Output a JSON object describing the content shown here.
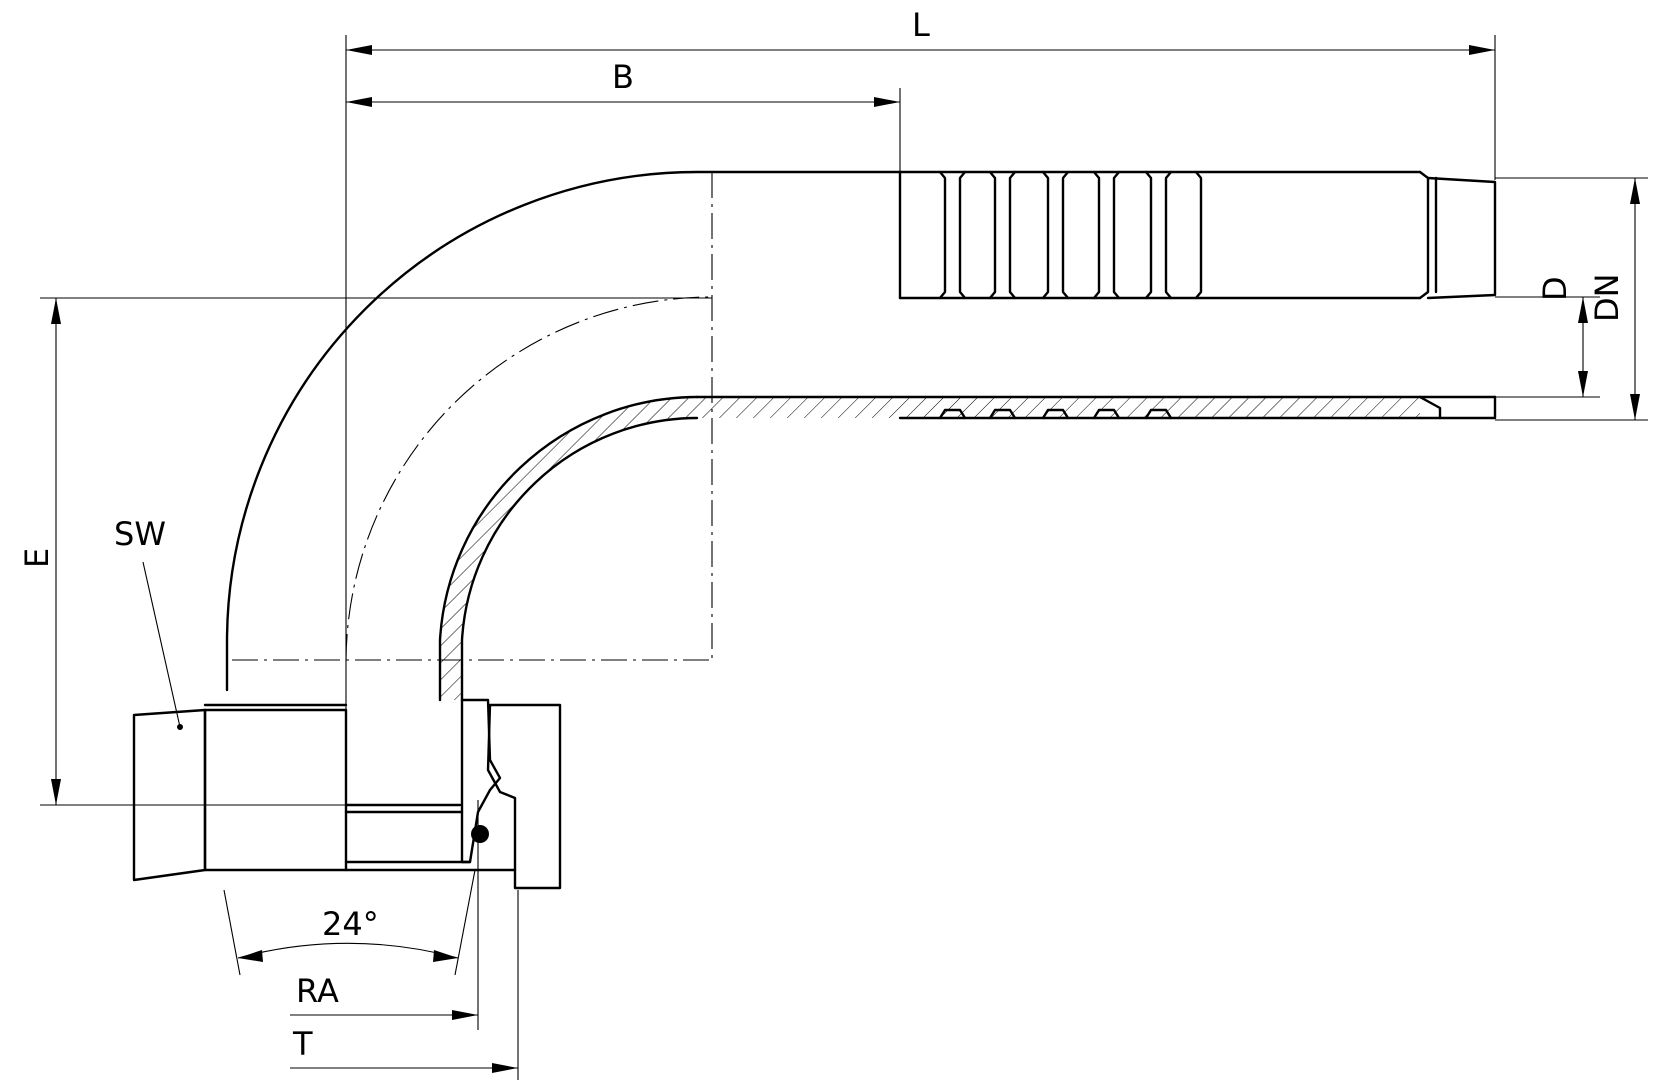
{
  "labels": {
    "L": "L",
    "B": "B",
    "D": "D",
    "DN": "DN",
    "E": "E",
    "SW": "SW",
    "angle": "24°",
    "RA": "RA",
    "T": "T"
  }
}
